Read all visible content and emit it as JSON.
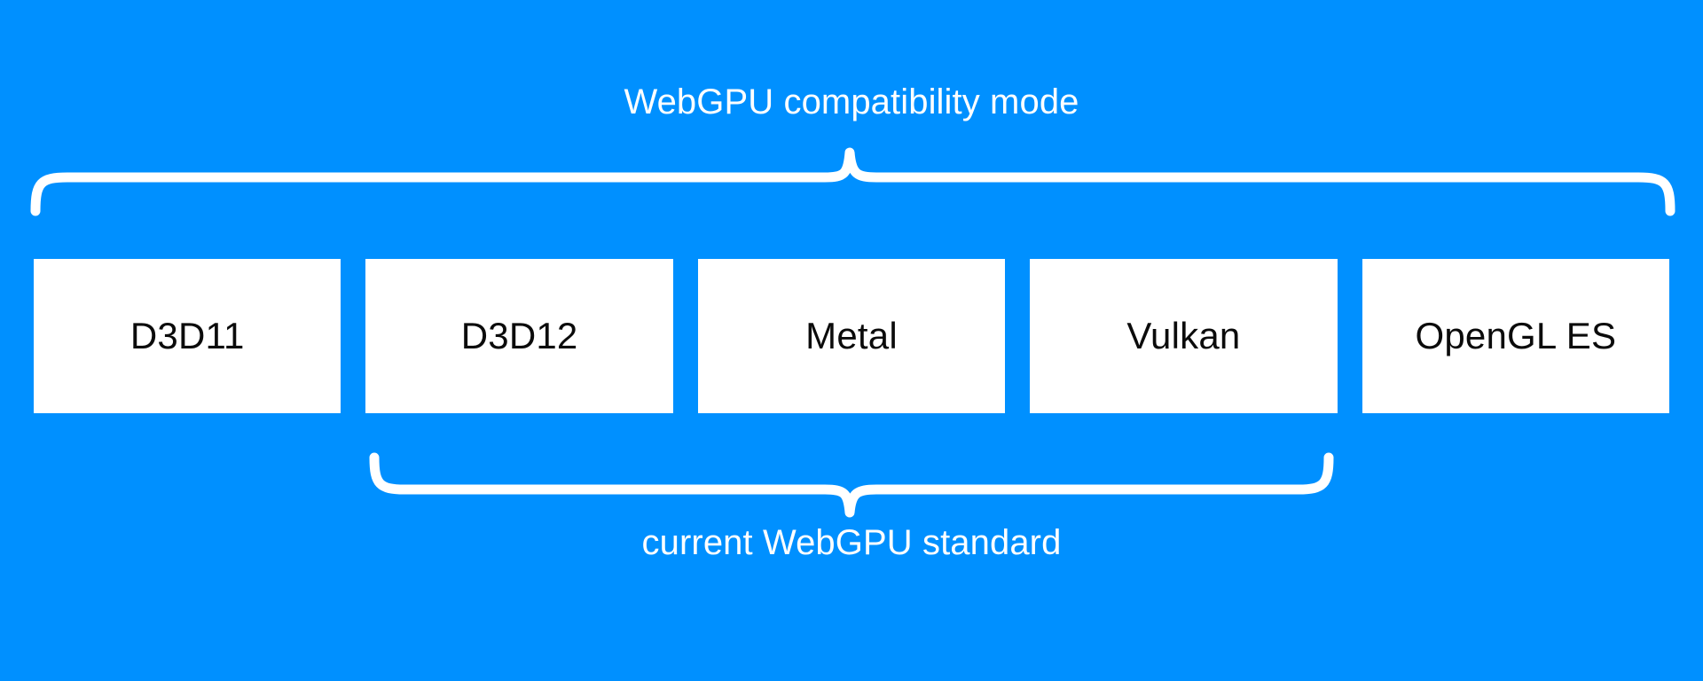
{
  "diagram": {
    "background_color": "#0090ff",
    "box_fill_color": "#ffffff",
    "box_text_color": "#0b0b0b",
    "brace_color": "#ffffff",
    "top_group": {
      "label": "WebGPU compatibility mode",
      "covers": [
        "D3D11",
        "D3D12",
        "Metal",
        "Vulkan",
        "OpenGL ES"
      ]
    },
    "bottom_group": {
      "label": "current WebGPU standard",
      "covers": [
        "D3D12",
        "Metal",
        "Vulkan"
      ]
    },
    "boxes": [
      {
        "label": "D3D11"
      },
      {
        "label": "D3D12"
      },
      {
        "label": "Metal"
      },
      {
        "label": "Vulkan"
      },
      {
        "label": "OpenGL ES"
      }
    ]
  }
}
